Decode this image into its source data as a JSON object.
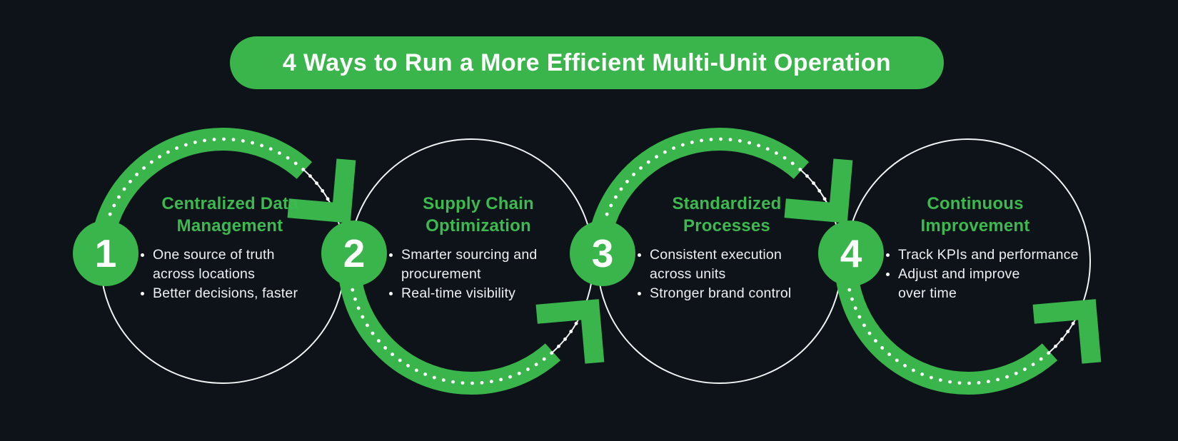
{
  "title": "4 Ways to Run a More Efficient Multi-Unit Operation",
  "colors": {
    "background": "#0e1319",
    "green": "#3ab54c",
    "heading_green": "#3cb94f",
    "text_white": "#eef1f3",
    "title_text": "#ffffff",
    "circle_outline": "#f2f5f6"
  },
  "steps": [
    {
      "number": "1",
      "heading_lines": [
        "Centralized Data",
        "Management"
      ],
      "bullets": [
        {
          "lines": [
            "One source of truth",
            "across locations"
          ]
        },
        {
          "lines": [
            "Better decisions, faster"
          ]
        }
      ]
    },
    {
      "number": "2",
      "heading_lines": [
        "Supply Chain",
        "Optimization"
      ],
      "bullets": [
        {
          "lines": [
            "Smarter sourcing and",
            "procurement"
          ]
        },
        {
          "lines": [
            "Real-time visibility"
          ]
        }
      ]
    },
    {
      "number": "3",
      "heading_lines": [
        "Standardized",
        "Processes"
      ],
      "bullets": [
        {
          "lines": [
            "Consistent execution",
            "across units"
          ]
        },
        {
          "lines": [
            "Stronger brand control"
          ]
        }
      ]
    },
    {
      "number": "4",
      "heading_lines": [
        "Continuous",
        "Improvement"
      ],
      "bullets": [
        {
          "lines": [
            "Track KPIs and performance"
          ]
        },
        {
          "lines": [
            "Adjust and improve",
            "over time"
          ]
        }
      ]
    }
  ]
}
